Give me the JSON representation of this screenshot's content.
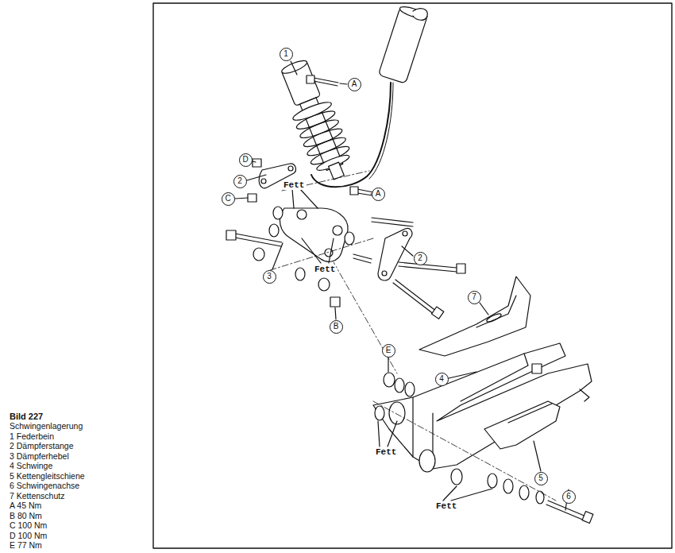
{
  "diagram": {
    "caption": "Bild 227",
    "nodes": [
      {
        "text": [
          "1"
        ]
      },
      {
        "text": [
          "A"
        ]
      },
      {
        "text": [
          "D"
        ]
      },
      {
        "text": [
          "2"
        ]
      },
      {
        "text": [
          "C"
        ]
      },
      {
        "text": [
          "A"
        ]
      },
      {
        "text": [
          "2"
        ]
      },
      {
        "text": [
          "3"
        ]
      },
      {
        "text": [
          "B"
        ]
      },
      {
        "text": [
          "7"
        ]
      },
      {
        "text": [
          "E"
        ]
      },
      {
        "text": [
          "4"
        ]
      },
      {
        "text": [
          "5"
        ]
      },
      {
        "text": [
          "6"
        ]
      }
    ],
    "labels": [
      "Fett",
      "Fett",
      "Fett",
      "Fett",
      "Schwingenlagerung",
      "1 Federbein",
      "2 Dämpferstange",
      "3 Dämpferhebel",
      "4 Schwinge",
      "5 Kettengleitschiene",
      "6 Schwingenachse",
      "7 Kettenschutz",
      "A 45 Nm",
      "B 80 Nm",
      "C 100 Nm",
      "D 100 Nm",
      "E 77 Nm"
    ]
  }
}
